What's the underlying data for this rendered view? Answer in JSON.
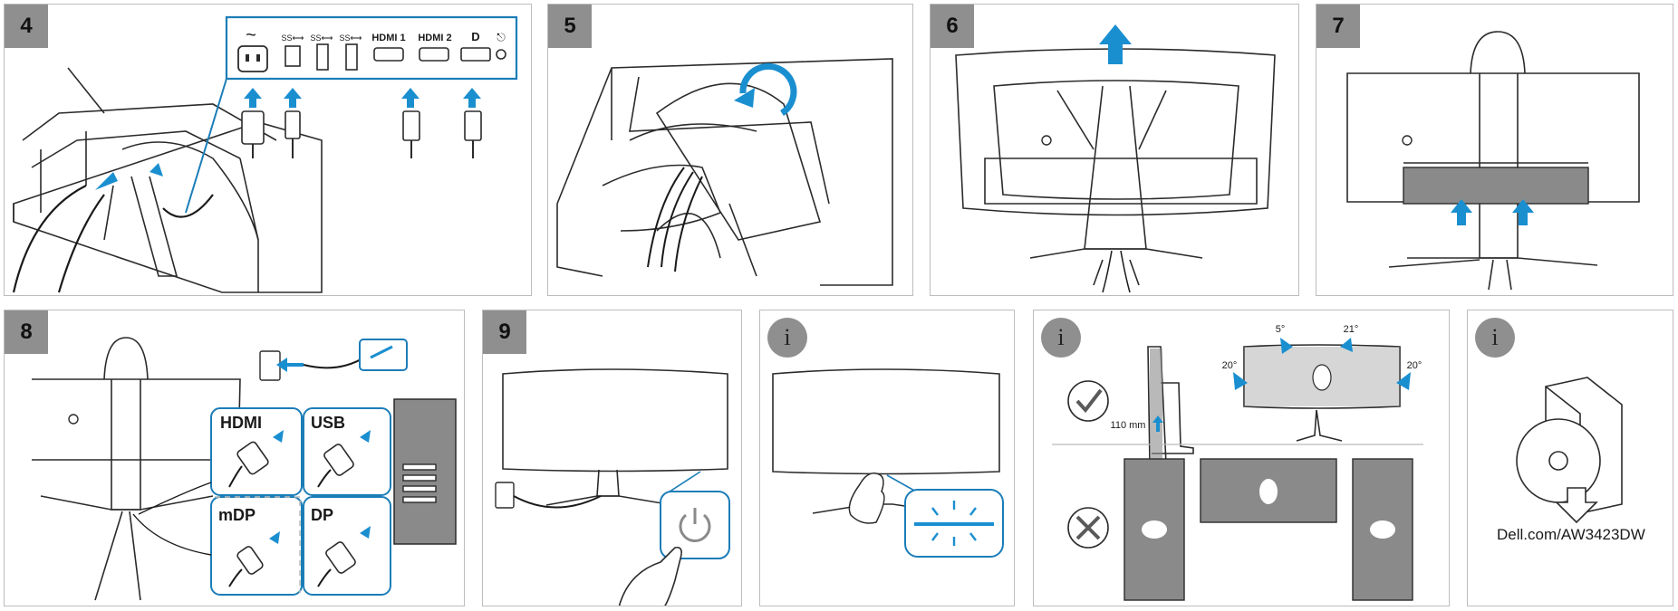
{
  "steps": {
    "s4": "4",
    "s5": "5",
    "s6": "6",
    "s7": "7",
    "s8": "8",
    "s9": "9",
    "info1": "i",
    "info2": "i",
    "info3": "i"
  },
  "ports": {
    "hdmi1": "HDMI 1",
    "hdmi2": "HDMI 2"
  },
  "connectors": {
    "hdmi": "HDMI",
    "usb": "USB",
    "mdp": "mDP",
    "dp": "DP"
  },
  "tilt": {
    "height": "110 mm",
    "tilt_down": "5°",
    "tilt_up": "21°",
    "swivel_left": "20°",
    "swivel_right": "20°"
  },
  "support": {
    "url_prefix": "Dell",
    "url_rest": ".com/AW3423DW"
  },
  "colors": {
    "accent": "#1a8fd0",
    "badge": "#8f8f8f",
    "outline": "#2b2b2b",
    "callout": "#1b7db8"
  }
}
